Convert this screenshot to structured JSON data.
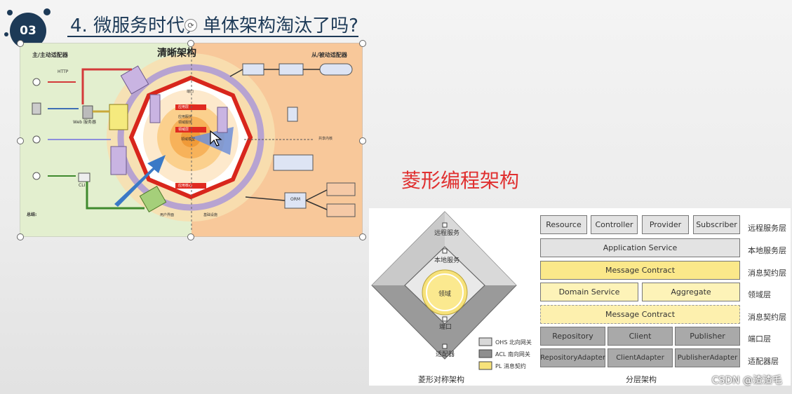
{
  "header": {
    "badge": "03",
    "title": "4. 微服务时代，单体架构淘汰了吗?"
  },
  "left_image": {
    "center_title": "清晰架构",
    "left_header": "主/主动适配器",
    "right_header": "从/被动适配器",
    "http_label": "HTTP",
    "web_server": "Web 服务器",
    "cli": "CLI",
    "layers": [
      "应用层",
      "应用服务",
      "领域服务",
      "领域层",
      "领域模型"
    ],
    "app_core": "应用核心",
    "port": "端口",
    "user_facing": "用户界面",
    "infrastructure": "基础设施",
    "orm": "ORM",
    "notes_title": "总结:",
    "external": "共享内核"
  },
  "right": {
    "title": "菱形编程架构",
    "diamond": {
      "remote": "远程服务",
      "local": "本地服务",
      "domain": "领域",
      "port": "端口",
      "adapter": "适配器",
      "caption": "菱形对称架构"
    },
    "legend": [
      {
        "label": "OHS 北向网关",
        "color": "#d8d8d8"
      },
      {
        "label": "ACL 南向网关",
        "color": "#8f8f8f"
      },
      {
        "label": "PL  消息契约",
        "color": "#f7e27a"
      }
    ],
    "layers": {
      "caption": "分层架构",
      "row1": [
        "Resource",
        "Controller",
        "Provider",
        "Subscriber"
      ],
      "row2": "Application Service",
      "row3": "Message Contract",
      "row4": [
        "Domain Service",
        "Aggregate"
      ],
      "row5": "Message Contract",
      "row6": [
        "Repository",
        "Client",
        "Publisher"
      ],
      "row7": [
        "RepositoryAdapter",
        "ClientAdapter",
        "PublisherAdapter"
      ],
      "labels": [
        "远程服务层",
        "本地服务层",
        "消息契约层",
        "领域层",
        "消息契约层",
        "端口层",
        "适配器层"
      ]
    }
  },
  "watermark": "CSDN @渣渣毛"
}
